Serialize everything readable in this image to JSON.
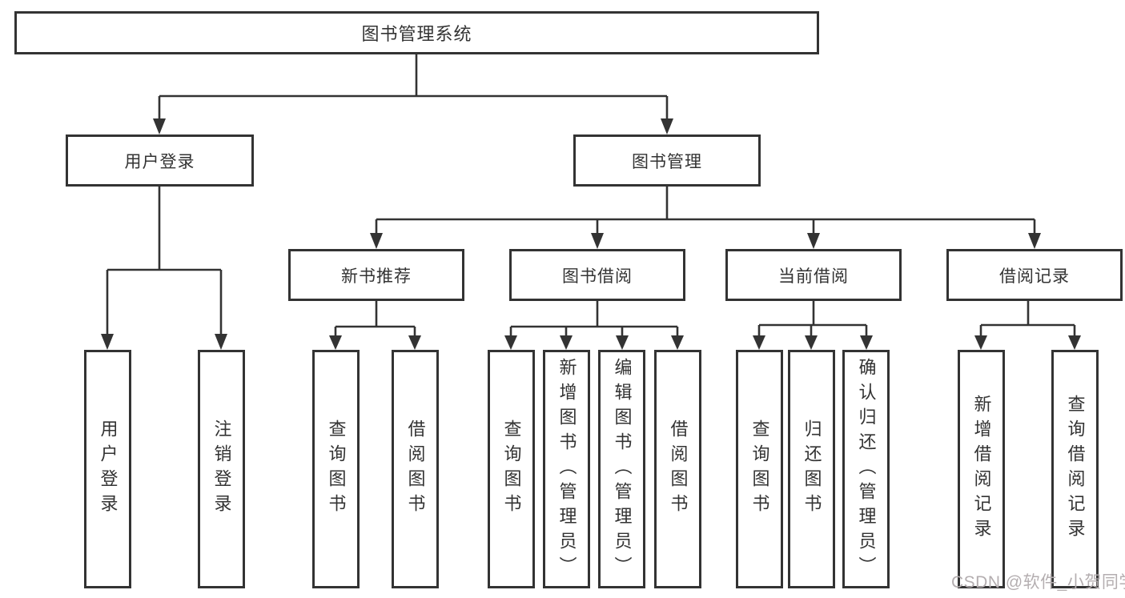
{
  "tree": {
    "root": {
      "label": "图书管理系统",
      "children": [
        {
          "label": "用户登录",
          "children": [
            {
              "label": "用户登录"
            },
            {
              "label": "注销登录"
            }
          ]
        },
        {
          "label": "图书管理",
          "children": [
            {
              "label": "新书推荐",
              "children": [
                {
                  "label": "查询图书"
                },
                {
                  "label": "借阅图书"
                }
              ]
            },
            {
              "label": "图书借阅",
              "children": [
                {
                  "label": "查询图书"
                },
                {
                  "label": "新增图书（管理员）"
                },
                {
                  "label": "编辑图书（管理员）"
                },
                {
                  "label": "借阅图书"
                }
              ]
            },
            {
              "label": "当前借阅",
              "children": [
                {
                  "label": "查询图书"
                },
                {
                  "label": "归还图书"
                },
                {
                  "label": "确认归还（管理员）"
                }
              ]
            },
            {
              "label": "借阅记录",
              "children": [
                {
                  "label": "新增借阅记录"
                },
                {
                  "label": "查询借阅记录"
                }
              ]
            }
          ]
        }
      ]
    }
  },
  "watermark": {
    "text": "CSDN @软件_小贺同学",
    "color": "#b4aeb0"
  },
  "colors": {
    "line": "#333333",
    "box_border": "#333333",
    "text": "#333333",
    "background": "#ffffff"
  }
}
